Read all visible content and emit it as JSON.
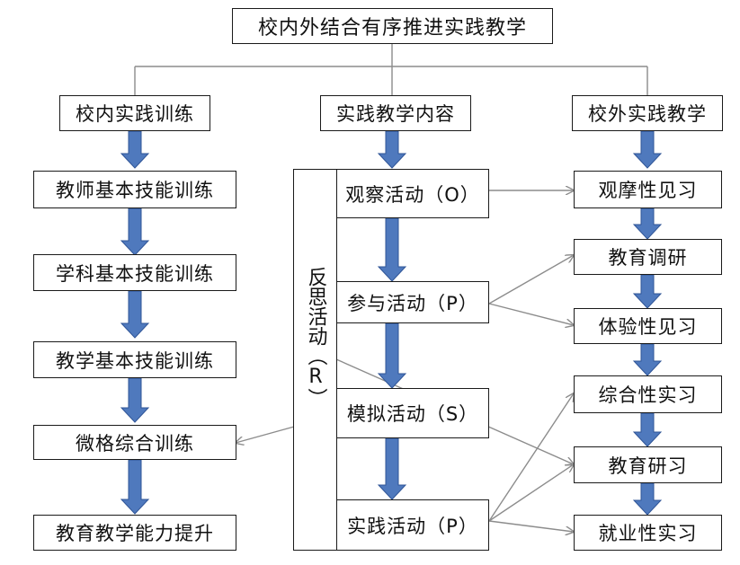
{
  "title": "校内外结合有序推进实践教学",
  "columns": {
    "left": {
      "header": "校内实践训练",
      "items": [
        "教师基本技能训练",
        "学科基本技能训练",
        "教学基本技能训练",
        "微格综合训练",
        "教育教学能力提升"
      ]
    },
    "middle": {
      "header": "实践教学内容",
      "reflection": "反思活动（R）",
      "items": [
        "观察活动（O）",
        "参与活动（P）",
        "模拟活动（S）",
        "实践活动（P）"
      ]
    },
    "right": {
      "header": "校外实践教学",
      "items": [
        "观摩性见习",
        "教育调研",
        "体验性见习",
        "综合性实习",
        "教育研习",
        "就业性实习"
      ]
    }
  },
  "colors": {
    "arrow_fill": "#4f79bd",
    "arrow_stroke": "#2f5597",
    "line": "#8c8c8c",
    "border": "#1a1a1a"
  }
}
